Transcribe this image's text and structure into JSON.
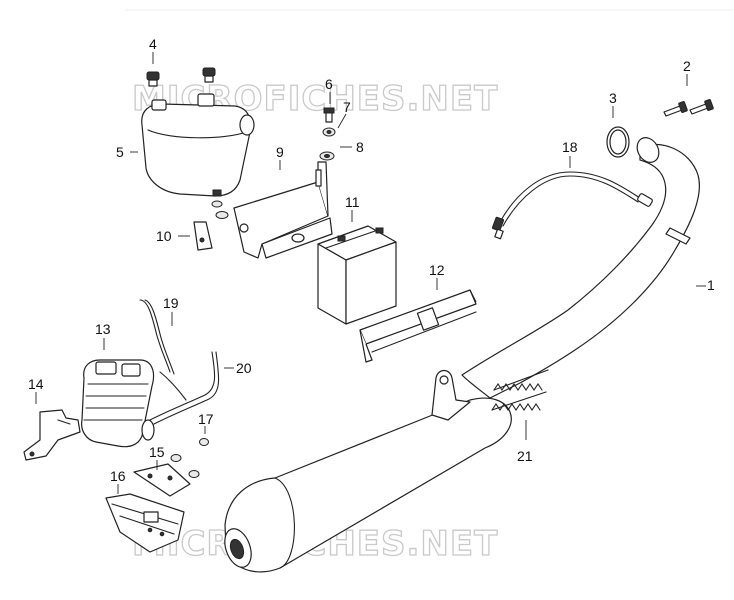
{
  "watermarks": [
    "MICROFICHES.NET",
    "MICROFICHES.NET"
  ],
  "callouts": [
    "1",
    "2",
    "3",
    "4",
    "5",
    "6",
    "7",
    "8",
    "9",
    "10",
    "11",
    "12",
    "13",
    "14",
    "15",
    "16",
    "17",
    "18",
    "19",
    "20",
    "21"
  ]
}
